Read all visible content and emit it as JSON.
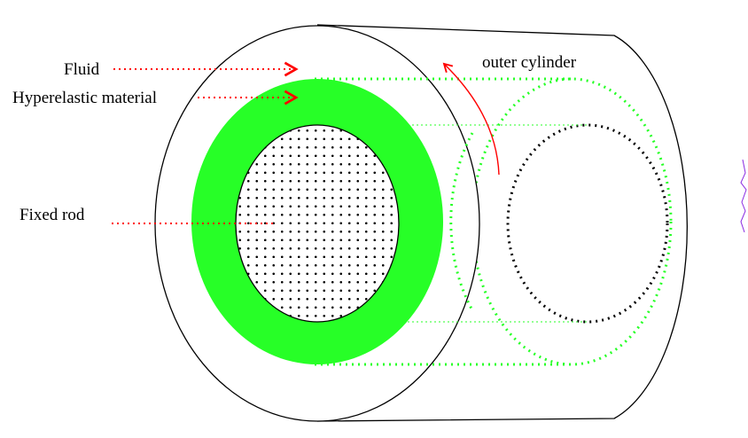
{
  "labels": {
    "fluid": "Fluid",
    "hyperelastic": "Hyperelastic material",
    "fixed_rod": "Fixed rod",
    "outer_cylinder": "outer cylinder"
  },
  "colors": {
    "hyperelastic_fill": "#27ff27",
    "outline": "#000000",
    "arrow": "#ff0000",
    "hidden_green": "#27ff27",
    "hidden_black": "#000000",
    "rod_dots": "#000000",
    "stray_mark": "#8a2be2"
  }
}
